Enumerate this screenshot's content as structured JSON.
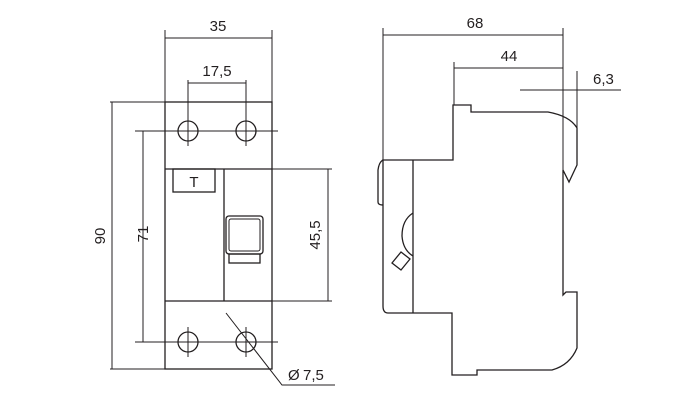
{
  "front_view": {
    "dim_width": "35",
    "dim_pole_pitch": "17,5",
    "dim_height": "90",
    "dim_hole_spacing": "71",
    "dim_front_height": "45,5",
    "dim_hole_diameter": "7,5",
    "diameter_symbol": "Ø",
    "test_button_label": "T"
  },
  "side_view": {
    "dim_depth": "68",
    "dim_rail_depth": "44",
    "dim_clip": "6,3"
  }
}
